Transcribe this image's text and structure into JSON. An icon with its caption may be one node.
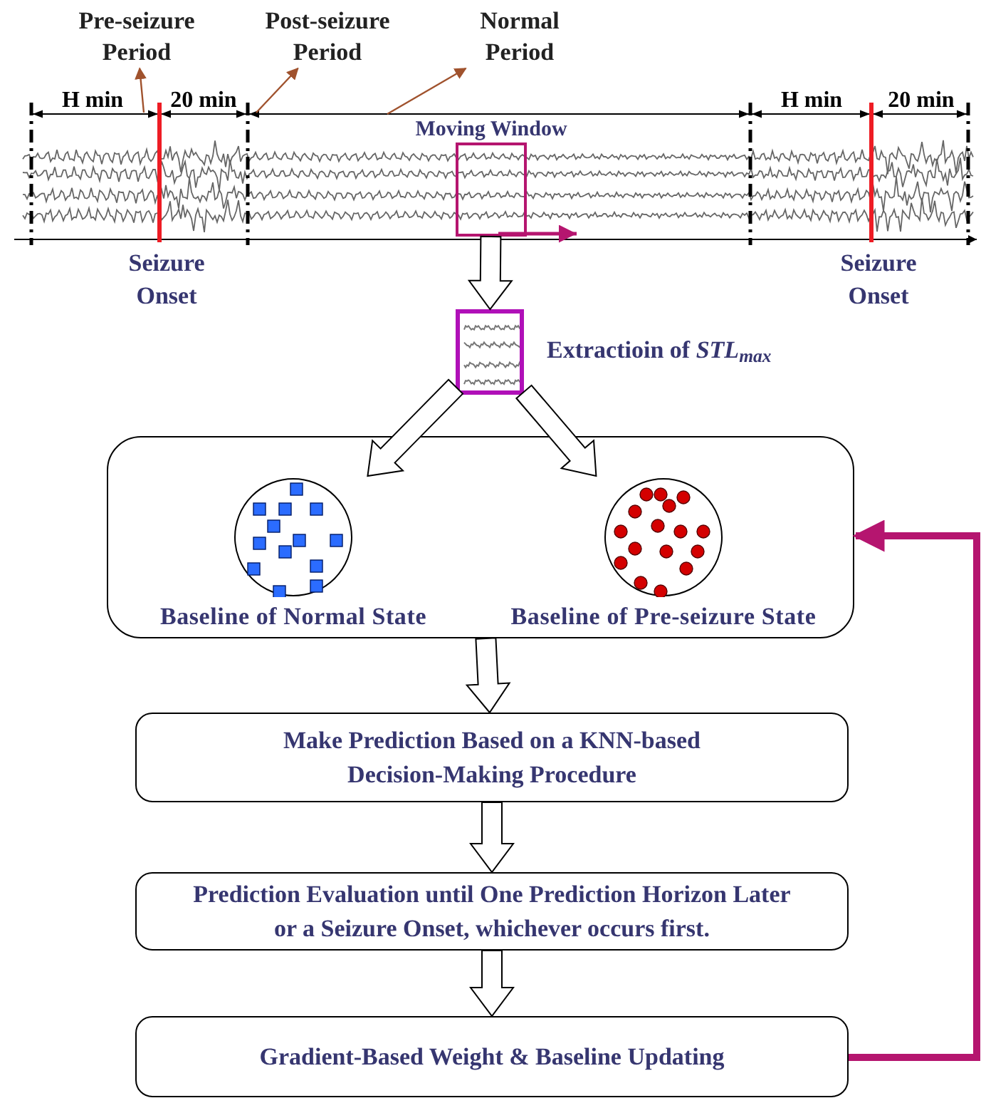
{
  "diagram": {
    "nodes": [
      {
        "text": [
          "Moving Window"
        ]
      },
      {
        "text": [],
        "shape": "box",
        "beside": [
          "Extractioin of *STL*$_{max}$"
        ]
      },
      {
        "text": [],
        "shape": "box"
      },
      {
        "text": [
          "Baseline of Normal State"
        ],
        "in": 2
      },
      {
        "text": [
          "Baseline of Pre-seizure State"
        ],
        "in": 2
      },
      {
        "text": [
          "Make Prediction Based on a KNN-based Decision-Making Procedure"
        ]
      },
      {
        "text": [
          "Prediction Evaluation until One Prediction Horizon Later or a Seizure Onset, whichever occurs first."
        ]
      },
      {
        "text": [
          "Gradient-Based Weight & Baseline Updating"
        ]
      },
      {
        "text": [
          "Pre-seizure Period"
        ]
      },
      {
        "text": [
          "Post-seizure Period"
        ]
      },
      {
        "text": [
          "Normal Period"
        ]
      }
    ],
    "edges": [
      {
        "from": 0,
        "to": 1,
        "arrow": "to"
      },
      {
        "from": 1,
        "to": 3,
        "arrow": "to"
      },
      {
        "from": 1,
        "to": 4,
        "arrow": "to"
      },
      {
        "from": 2,
        "to": 5,
        "arrow": "to"
      },
      {
        "from": 5,
        "to": 6,
        "arrow": "to"
      },
      {
        "from": 6,
        "to": 7,
        "arrow": "to"
      },
      {
        "from": 7,
        "to": 2,
        "arrow": "to",
        "style": "thick",
        "color": "#b5156f"
      },
      {
        "from": null,
        "to": 8,
        "arrow": "to",
        "color": "#a0522d"
      },
      {
        "from": null,
        "to": 9,
        "arrow": "to",
        "color": "#a0522d"
      },
      {
        "from": null,
        "to": 10,
        "arrow": "to",
        "color": "#a0522d"
      }
    ],
    "labels": [
      "H min",
      "20 min",
      "H min",
      "20 min",
      "Seizure Onset",
      "Seizure Onset"
    ]
  }
}
